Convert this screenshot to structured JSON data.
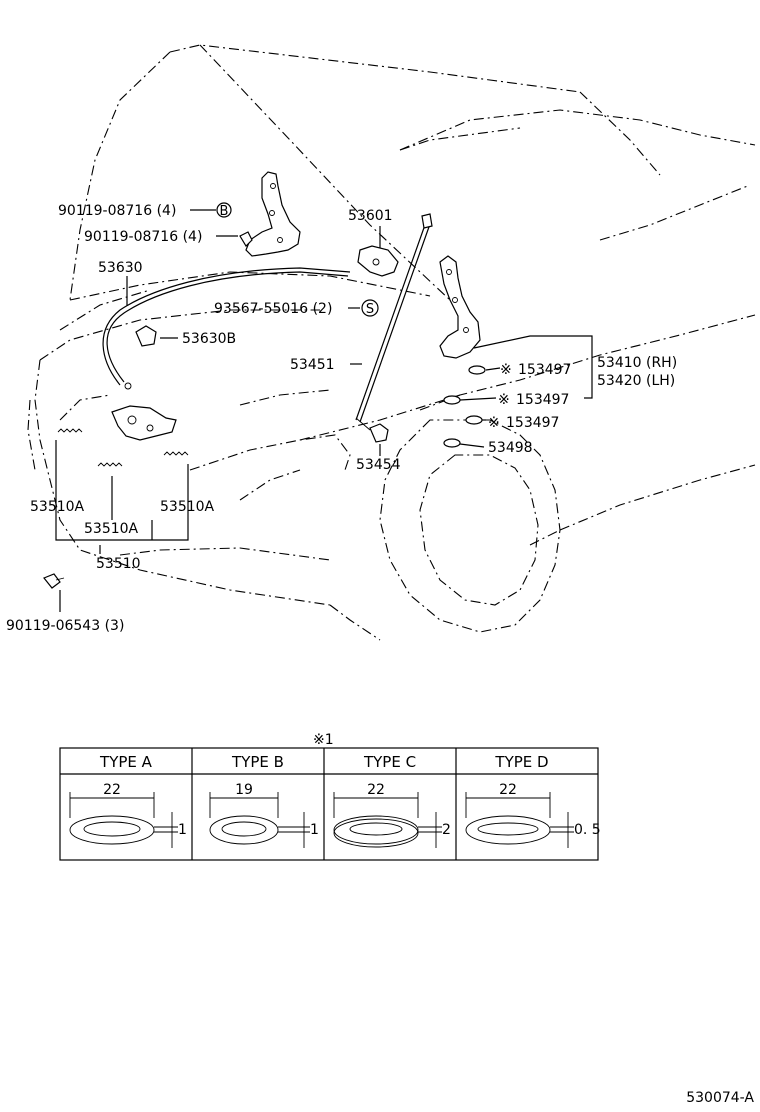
{
  "diagram_code": "530074-A",
  "labels": {
    "bolt_a": "90119-08716 (4)",
    "bolt_b": "90119-08716 (4)",
    "cable": "53630",
    "clamp": "53630B",
    "lock_bracket": "53601",
    "screw": "93567-55016 (2)",
    "rod": "53451",
    "rod_clip": "53454",
    "washer_1a": "153497",
    "washer_1b": "153497",
    "washer_1c": "153497",
    "hinge_rh": "53410 (RH)",
    "hinge_lh": "53420 (LH)",
    "cushion": "53498",
    "spring_left": "53510A",
    "spring_mid": "53510A",
    "spring_right": "53510A",
    "lock_assy": "53510",
    "bolt_c": "90119-06543 (3)"
  },
  "markers": {
    "circle_b": "B",
    "circle_s": "S",
    "note_mark": "※",
    "note_ref": "※1"
  },
  "table": {
    "types": [
      {
        "name": "TYPE A",
        "width": "22",
        "thickness": "1"
      },
      {
        "name": "TYPE B",
        "width": "19",
        "thickness": "1"
      },
      {
        "name": "TYPE C",
        "width": "22",
        "thickness": "2"
      },
      {
        "name": "TYPE  D",
        "width": "22",
        "thickness": "0. 5"
      }
    ]
  }
}
